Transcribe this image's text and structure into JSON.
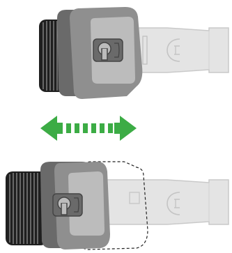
{
  "illustration": {
    "top_tool": "brush-attachment-retracted",
    "bottom_tool": "brush-attachment-extended",
    "motion": "slide-back-and-forth"
  },
  "colors": {
    "background": "#ffffff",
    "bristles": "#1f1f1f",
    "housing_dark": "#6a6a6a",
    "housing_mid": "#8f8f8f",
    "latch_plate": "#bcbcbc",
    "nozzle_body": "#e4e4e4",
    "nozzle_outline": "#c9c9c9",
    "arrow": "#3cac45",
    "dashed_outline": "#222222"
  },
  "icons": {
    "arrow": "double-arrow-icon",
    "latch": "latch-icon"
  }
}
